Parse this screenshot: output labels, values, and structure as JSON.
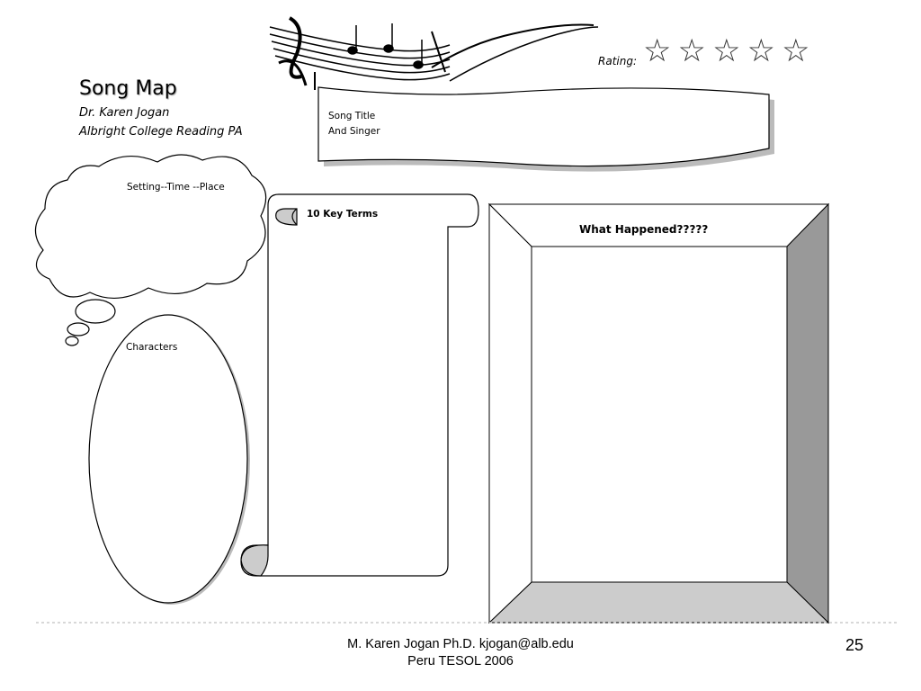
{
  "header": {
    "title": "Song Map",
    "author": "Dr. Karen Jogan",
    "college": "Albright College Reading PA"
  },
  "rating": {
    "label": "Rating:",
    "stars": [
      "☆",
      "☆",
      "☆",
      "☆",
      "☆"
    ]
  },
  "song_banner": {
    "line1": "Song Title",
    "line2": "And Singer"
  },
  "boxes": {
    "setting": "Setting--Time --Place",
    "characters": "Characters",
    "key_terms": "10 Key Terms",
    "what_happened": "What Happened?????"
  },
  "footer": {
    "line1": "M. Karen Jogan Ph.D. kjogan@alb.edu",
    "line2": "Peru TESOL 2006",
    "page_number": "25"
  },
  "colors": {
    "bevel_dark": "#999999",
    "bevel_light": "#cccccc",
    "line": "#000000",
    "divider": "#cccccc"
  }
}
